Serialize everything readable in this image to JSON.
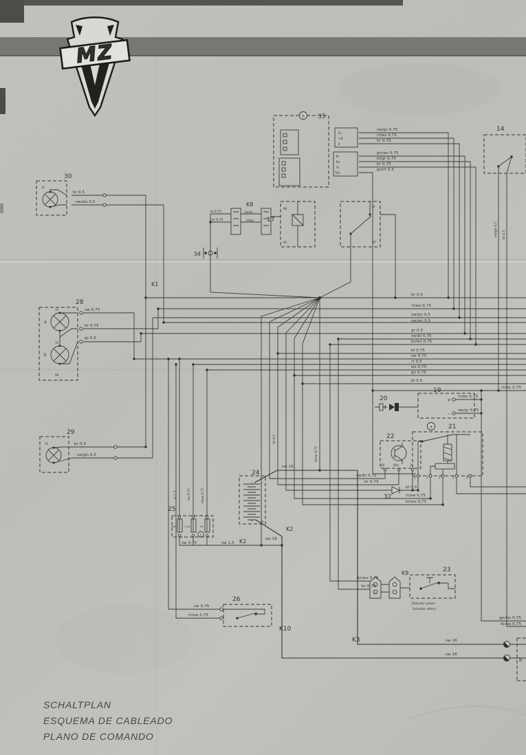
{
  "title": {
    "line1": "SCHALTPLAN",
    "line2": "ESQUEMA DE CABLEADO",
    "line3": "PLANO DE COMANDO"
  },
  "logo": {
    "text": "MZ"
  },
  "colors": {
    "paper": "#cbcac6",
    "banner": "#716f6a",
    "ink": "#3a3936"
  },
  "c35": {
    "id": "35",
    "sub": "b",
    "pins_top": [
      "IG",
      "+B",
      "E"
    ],
    "pins_bot": [
      "N-",
      "N+",
      "SI",
      "TAC"
    ],
    "wires_top": [
      "sw/gr 0,75",
      "rt/ws 0,75",
      "br 0,75"
    ],
    "wires_bot": [
      "gn/ws 0,75",
      "bl/gr 0,75",
      "br 0,75",
      "gn/rt 0,5"
    ]
  },
  "c30": {
    "id": "30",
    "pin": "31",
    "wire1": "br 0,5",
    "wire2": "sw/ws 0,5"
  },
  "c28": {
    "id": "28",
    "lamp_a": "a",
    "lamp_b": "b",
    "pin_a": "31",
    "pin_b": "31",
    "pin_c": "58",
    "wire1": "sw 0,75",
    "wire2": "br 0,75",
    "wire3": "gr 0,5"
  },
  "c29": {
    "id": "29",
    "pin": "31",
    "wire1": "br 0,5",
    "wire2": "sw/gn 0,5"
  },
  "c34": {
    "id": "34"
  },
  "k8": {
    "id": "K8",
    "wl1": "bl 0,75",
    "wl2": "br 0,75",
    "wr1": "bl/ws",
    "wr2": "rt/ws"
  },
  "c17": {
    "id": "17",
    "pin1": "86",
    "pin2": "85",
    "pin3": "30",
    "pin4": "87"
  },
  "c14": {
    "id": "14",
    "wire1": "sw/gn 0,5",
    "wire2": "br 0,5"
  },
  "k1": {
    "id": "K1"
  },
  "bus": {
    "labels": [
      "br 0,5",
      "rt/ws 0,75",
      "sw/gn 0,5",
      "sw/ws 0,5",
      "gr 0,5",
      "sw/bl 0,75",
      "br/ws 0,75",
      "bl 0,75",
      "sw 0,75",
      "rt 0,5",
      "ws 0,75",
      "gn 0,75",
      "bl 0,5",
      "rt/ws 0,75"
    ]
  },
  "vert": {
    "v1": "bl 0,5",
    "v2": "rt/sw 0,75"
  },
  "c19": {
    "id": "19",
    "plus": "+",
    "minus": "-",
    "wp": "rt/ws 0,75",
    "wm": "sw/gr 0,75"
  },
  "c20": {
    "id": "20"
  },
  "c21": {
    "id": "21",
    "sub": "a",
    "t1": "3",
    "t2": "2",
    "t3": "1",
    "t4": "3",
    "t5": "4"
  },
  "c22": {
    "id": "22",
    "t1": "49",
    "t2": "49a",
    "t3": "31",
    "w1": "sw/bl 0,75",
    "w2": "br 0,75"
  },
  "c32": {
    "id": "32",
    "w1": "bl 0,5",
    "w2": "rt/sw 0,75",
    "w3": "br/ws 0,75"
  },
  "c24": {
    "id": "24",
    "minus": "-",
    "plus": "+",
    "w1": "sw 16",
    "w2": "sw 16"
  },
  "c25": {
    "id": "25",
    "sub": "c",
    "f1": "15A",
    "f2": "7,5A",
    "f3": "5A",
    "v1": "rt 1,5",
    "v2": "sw 0,75",
    "v3": "rt/ws 0,75",
    "b1": "sw 0,75",
    "b2": "sw 1,5"
  },
  "c26": {
    "id": "26",
    "w1": "sw 0,75",
    "w2": "rt/sw 0,75"
  },
  "c23": {
    "id": "23",
    "k9": "K9",
    "w1": "br/ws 0,75",
    "w2": "br 0,75",
    "pin1": "1",
    "pin2": "2",
    "note1": "(Ständer unten",
    "note2": "Schalter offen)"
  },
  "k2": {
    "a": "K2",
    "b": "K2"
  },
  "k3": {
    "id": "K3"
  },
  "k10": {
    "id": "K10"
  },
  "br": {
    "w1": "sw 16",
    "w2": "sw 16",
    "b": "b",
    "e1": "gn/ws 0,75",
    "e2": "bl/sw 0,75"
  }
}
